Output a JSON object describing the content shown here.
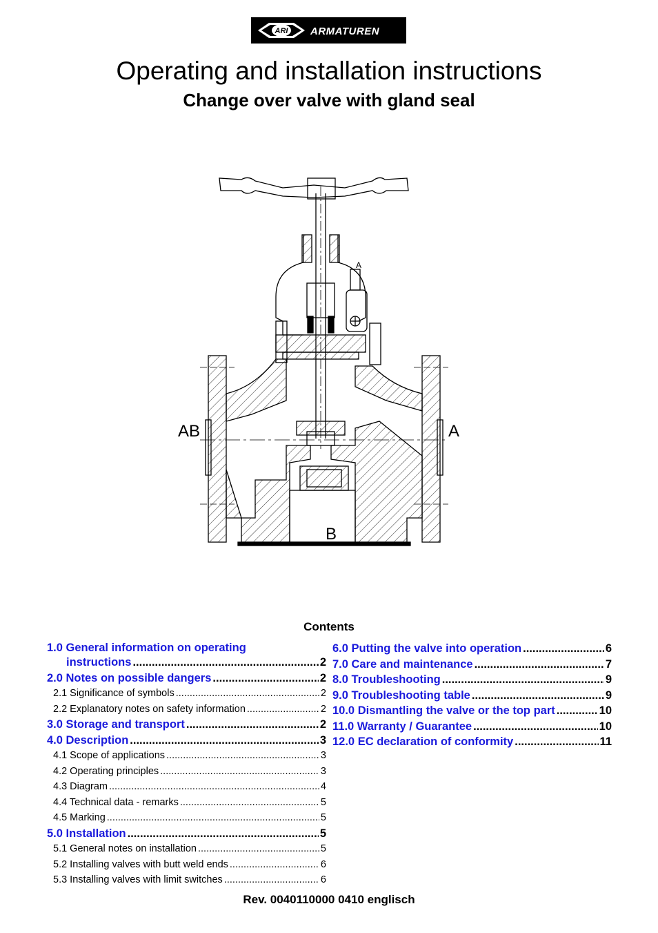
{
  "logo": {
    "brand_text": "ARMATUREN",
    "emblem_text": "ARI"
  },
  "title": "Operating and installation instructions",
  "subtitle": "Change over valve with  gland seal",
  "drawing": {
    "port_ab": "AB",
    "port_a": "A",
    "port_b": "B",
    "port_a_small": "A"
  },
  "contents_title": "Contents",
  "toc_left": [
    {
      "first": "1.0 General information on operating",
      "label": "instructions",
      "page": "2",
      "level": 1
    },
    {
      "label": "2.0 Notes on possible dangers",
      "page": "2",
      "level": 1
    },
    {
      "label": "2.1 Significance of symbols",
      "page": "2",
      "level": 2
    },
    {
      "label": "2.2 Explanatory notes on safety information",
      "page": "2",
      "level": 2
    },
    {
      "label": "3.0 Storage and transport ",
      "page": "2",
      "level": 1
    },
    {
      "label": "4.0 Description",
      "page": "3",
      "level": 1
    },
    {
      "label": "4.1 Scope of applications",
      "page": "3",
      "level": 2
    },
    {
      "label": "4.2 Operating principles",
      "page": "3",
      "level": 2
    },
    {
      "label": "4.3 Diagram",
      "page": "4",
      "level": 2
    },
    {
      "label": "4.4 Technical data - remarks",
      "page": "5",
      "level": 2
    },
    {
      "label": "4.5 Marking",
      "page": "5",
      "level": 2
    },
    {
      "label": "5.0 Installation",
      "page": "5",
      "level": 1
    },
    {
      "label": "5.1 General notes on installation",
      "page": "5",
      "level": 2
    },
    {
      "label": "5.2 Installing valves with butt weld ends",
      "page": "6",
      "level": 2
    },
    {
      "label": "5.3 Installing valves with limit switches",
      "page": "6",
      "level": 2
    }
  ],
  "toc_right": [
    {
      "label": "6.0 Putting the valve into operation",
      "page": "6",
      "level": 1
    },
    {
      "label": "7.0 Care and maintenance",
      "page": "7",
      "level": 1
    },
    {
      "label": "8.0 Troubleshooting",
      "page": "9",
      "level": 1
    },
    {
      "label": "9.0 Troubleshooting table",
      "page": "9",
      "level": 1
    },
    {
      "label": "10.0 Dismantling the valve or the top part",
      "page": "10",
      "level": 1
    },
    {
      "label": "11.0 Warranty / Guarantee",
      "page": "10",
      "level": 1
    },
    {
      "label": "12.0 EC declaration of conformity",
      "page": "11",
      "level": 1
    }
  ],
  "revision": "Rev. 0040110000 0410 englisch"
}
